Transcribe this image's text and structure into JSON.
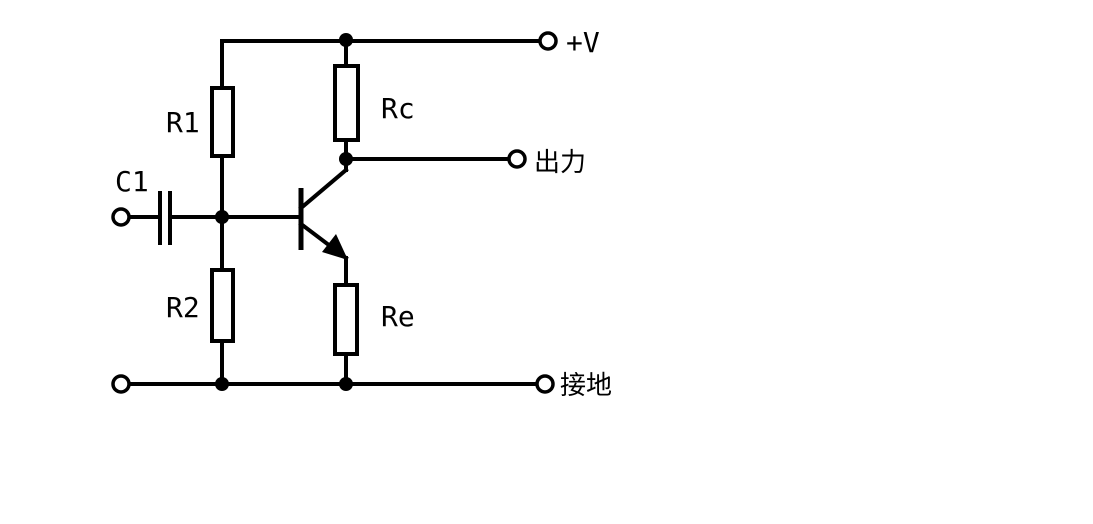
{
  "labels": {
    "r1": "R1",
    "r2": "R2",
    "rc": "Rc",
    "re": "Re",
    "c1": "C1",
    "supply": "+V",
    "output": "出力",
    "ground": "接地"
  },
  "colors": {
    "line": "#000000",
    "background": "#ffffff"
  }
}
